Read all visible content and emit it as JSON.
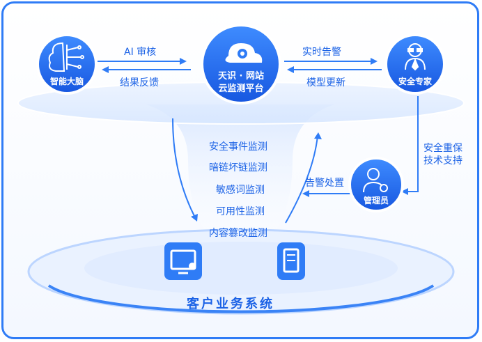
{
  "nodes": {
    "brain": "智能大脑",
    "platform_line1": "天识 · 网站",
    "platform_line2": "云监测平台",
    "expert": "安全专家",
    "admin": "管理员",
    "customer": "客户业务系统"
  },
  "flows": {
    "ai_review": "AI 审核",
    "result_feedback": "结果反馈",
    "realtime_alert": "实时告警",
    "model_update": "模型更新",
    "support_line1": "安全重保",
    "support_line2": "技术支持",
    "alert_handling": "告警处置"
  },
  "monitoring_items": [
    "安全事件监测",
    "暗链坏链监测",
    "敏感词监测",
    "可用性监测",
    "内容篡改监测"
  ],
  "colors": {
    "primary": "#1b62e6",
    "accent": "#2f7cf6",
    "light": "#dce9ff"
  },
  "icons": [
    "brain-icon",
    "cloud-eye-icon",
    "expert-icon",
    "admin-gear-icon",
    "monitor-icon",
    "server-icon"
  ]
}
